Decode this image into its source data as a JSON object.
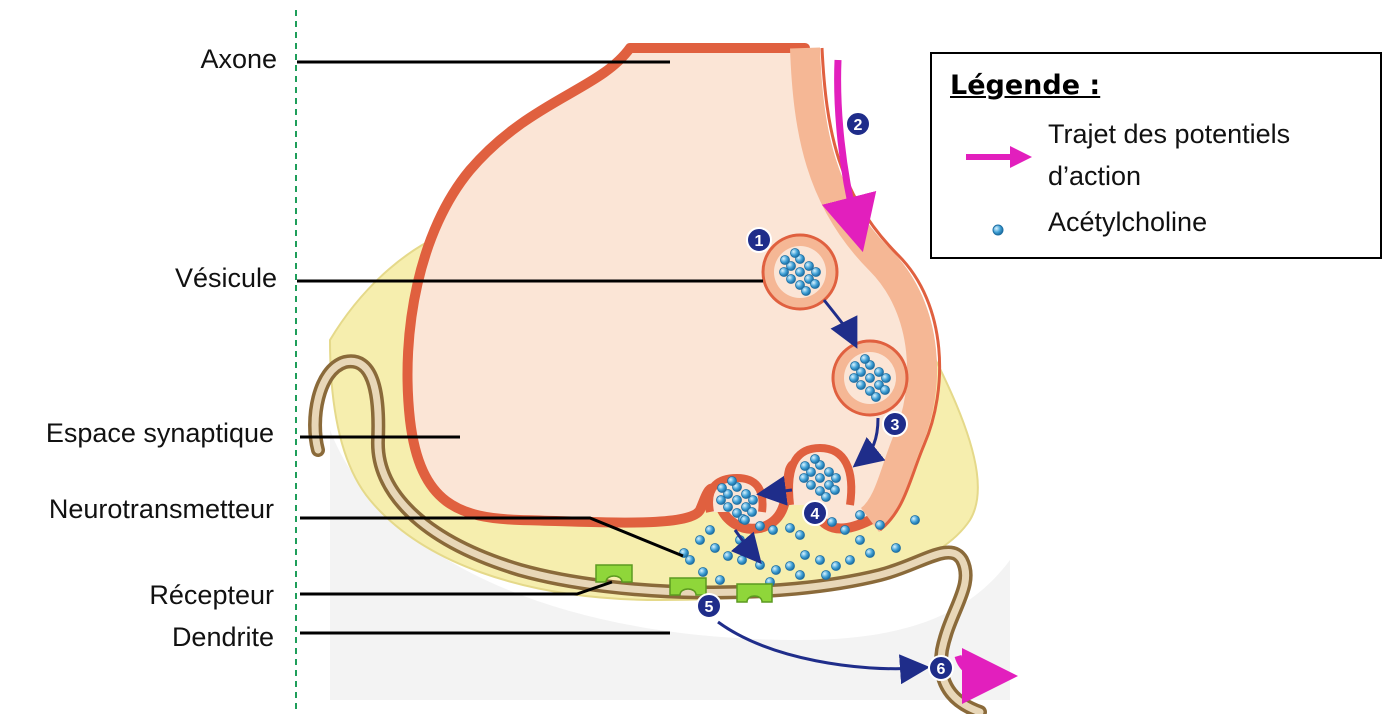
{
  "labels": {
    "axone": "Axone",
    "vesicule": "Vésicule",
    "espace": "Espace synaptique",
    "neurotransmetteur": "Neurotransmetteur",
    "recepteur": "Récepteur",
    "dendrite": "Dendrite"
  },
  "steps": [
    "1",
    "2",
    "3",
    "4",
    "5",
    "6"
  ],
  "legend": {
    "title": "Légende :",
    "ap_line1": "Trajet des potentiels",
    "ap_line2": "d’action",
    "ach": "Acétylcholine"
  },
  "colors": {
    "membrane": "#e8735a",
    "axon_fill": "#fbe5d6",
    "cleft": "#f6eeae",
    "dendrite_outline": "#8a6a3a",
    "vesicle_dot": "#2f8fc9",
    "receptor": "#8fd63a",
    "step_circle": "#1f2d8a",
    "ap_arrow": "#e21fbd",
    "guide_line": "#1f9e5a"
  }
}
